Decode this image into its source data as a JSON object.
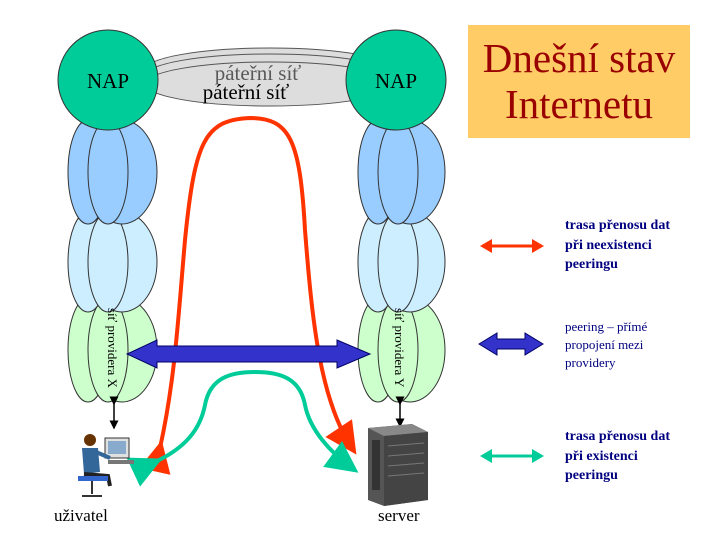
{
  "title": {
    "line1": "Dnešní stav",
    "line2": "Internetu"
  },
  "nap_left": "NAP",
  "nap_right": "NAP",
  "backbone_label": "páteřní síť",
  "backbone_hidden_label": "páteřní síť",
  "provider_x": "síť providera X",
  "provider_y": "síť providera Y",
  "user_label": "uživatel",
  "server_label": "server",
  "legend": [
    {
      "lines": [
        "trasa přenosu dat",
        "při neexistenci",
        "peeringu"
      ],
      "color": "#ff3300"
    },
    {
      "lines": [
        "peering – přímé",
        "propojení mezi",
        "providery"
      ],
      "color": "#3333cc"
    },
    {
      "lines": [
        "trasa přenosu dat",
        "při existenci",
        "peeringu"
      ],
      "color": "#00cc99"
    }
  ]
}
